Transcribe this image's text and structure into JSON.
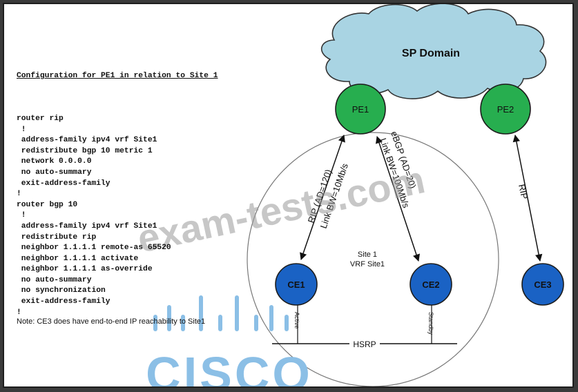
{
  "config": {
    "heading": "Configuration for PE1 in relation to Site 1",
    "lines": [
      "router rip",
      " !",
      " address-family ipv4 vrf Site1",
      " redistribute bgp 10 metric 1",
      " network 0.0.0.0",
      " no auto-summary",
      " exit-address-family",
      "!",
      "router bgp 10",
      " !",
      " address-family ipv4 vrf Site1",
      " redistribute rip",
      " neighbor 1.1.1.1 remote-as 65520",
      " neighbor 1.1.1.1 activate",
      " neighbor 1.1.1.1 as-override",
      " no auto-summary",
      " no synchronization",
      " exit-address-family",
      "!"
    ]
  },
  "note": "Note: CE3 does have end-to-end IP reachability to Site1",
  "diagram": {
    "cloud_label": "SP Domain",
    "nodes": {
      "pe1": "PE1",
      "pe2": "PE2",
      "ce1": "CE1",
      "ce2": "CE2",
      "ce3": "CE3"
    },
    "site_label": "Site 1",
    "vrf_label": "VRF Site1",
    "links": {
      "rip_ad": "RIP (AD=120)",
      "rip_bw": "Link BW=10Mb/s",
      "ebgp_ad": "eBGP (AD=20)",
      "ebgp_bw": "Link BW=100Mb/s",
      "pe2_rip": "RIP"
    },
    "hsrp": {
      "label": "HSRP",
      "active": "Active",
      "standby": "Standby"
    }
  },
  "watermark": "exam-tests.com",
  "logo_text": "CISCO",
  "colors": {
    "cloud_fill": "#a9d4e3",
    "pe_fill": "#27ae4f",
    "ce_fill": "#1a62c4",
    "logo_blue": "#8bbfe6",
    "watermark": "#9a9a9a"
  }
}
